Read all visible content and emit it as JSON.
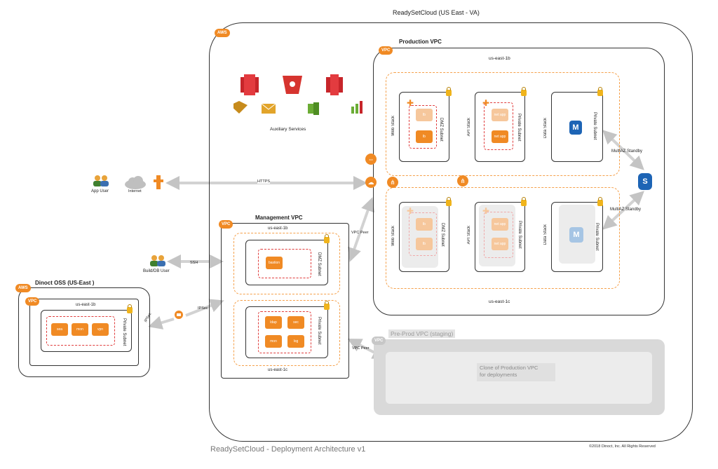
{
  "region_title": "ReadySetCloud (US East - VA)",
  "aws_badge": "AWS",
  "vpc_badge": "VPC",
  "auxiliary_services_label": "Auxiliary Services",
  "production_vpc": {
    "title": "Production VPC",
    "az_top": "us-east-1b",
    "az_bottom": "us-east-1c",
    "top_row": {
      "web_stack": "Web Stack",
      "web_subnet": "DMZ Subnet",
      "api_stack": "API Stack",
      "api_subnet": "Private Subnet",
      "data_stack": "Data Stack",
      "data_subnet": "Private Subnet",
      "web_chips": [
        "lb",
        "lb"
      ],
      "api_chips": [
        "net app",
        "net app"
      ],
      "db_icon": "M"
    },
    "bottom_row": {
      "web_stack": "Web Stack",
      "web_subnet": "DMZ Subnet",
      "api_stack": "API Stack",
      "api_subnet": "Private Subnet",
      "data_stack": "Data Stack",
      "data_subnet": "Private Subnet",
      "web_chips": [
        "lb",
        "lb"
      ],
      "api_chips": [
        "net app",
        "net app"
      ],
      "db_icon": "M"
    }
  },
  "s3_icon": "S",
  "multiaz_top": "MultiAZ Standby",
  "multiaz_bottom": "MultiAZ Standby",
  "app_user_label": "App User",
  "internet_label": "Internet",
  "https_label": "HTTPS",
  "build_user_label": "Build/DB User",
  "ssh_label": "SSH",
  "vpc_peer_upper": "VPC Peer",
  "vpc_peer_lower": "VPC Peer",
  "ipsec_left": "IPSec",
  "ipsec_right": "IPSec",
  "management_vpc": {
    "title": "Management VPC",
    "az_top": "us-east-1b",
    "az_bottom": "us-east-1c",
    "dmz_subnet": "DMZ Subnet",
    "private_subnet": "Private Subnet",
    "bastion": "bastion",
    "services": [
      "ldap",
      "sec",
      "mon",
      "log"
    ]
  },
  "dinoct": {
    "title": "Dinoct OSS (US-East )",
    "az": "us-east-1b",
    "subnet": "Private Subnet",
    "services": [
      "sea",
      "mon",
      "vpn"
    ]
  },
  "preprod": {
    "title": "Pre-Prod VPC (staging)",
    "clone_line1": "Clone of Production VPC",
    "clone_line2": "for deployments"
  },
  "footer_title": "ReadySetCloud - Deployment Architecture v1",
  "copyright": "©2018 Dinoct, Inc. All Rights Reserved",
  "colors": {
    "aws_orange": "#f08a24",
    "dash_orange": "#f5a04a",
    "dash_red": "#e03c3c",
    "grey_box": "#d9d9d9"
  }
}
